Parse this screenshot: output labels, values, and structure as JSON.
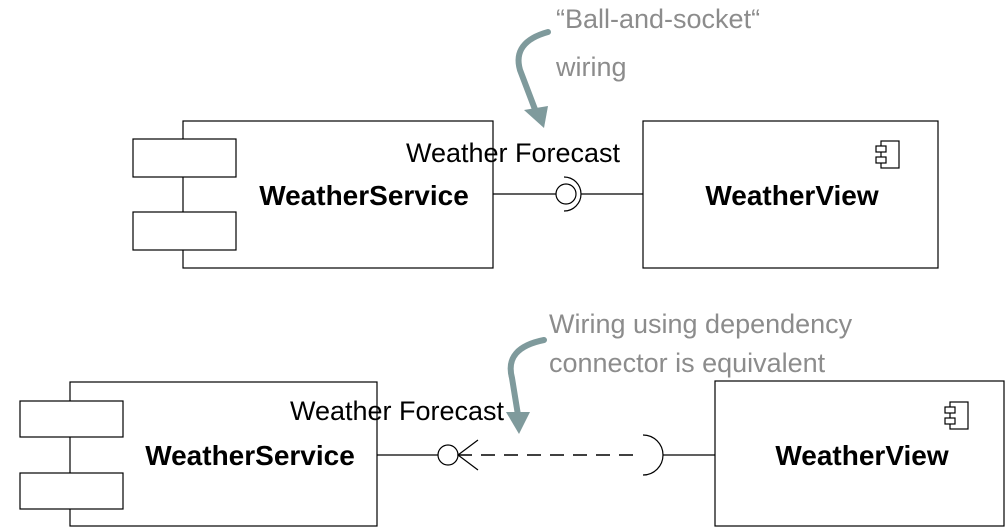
{
  "top_diagram": {
    "annotation_line1": "“Ball-and-socket“",
    "annotation_line2": "wiring",
    "provider_name": "WeatherService",
    "consumer_name": "WeatherView",
    "interface_label": "Weather Forecast"
  },
  "bottom_diagram": {
    "annotation_line1": "Wiring using dependency",
    "annotation_line2": "connector is equivalent",
    "provider_name": "WeatherService",
    "consumer_name": "WeatherView",
    "interface_label": "Weather Forecast"
  },
  "colors": {
    "line": "#000000",
    "annotation_text": "#8c8c8c",
    "arrow": "#7f9a9c"
  },
  "icons": [
    "component-icon",
    "provided-interface-ball-icon",
    "required-interface-socket-icon",
    "curved-arrow-icon"
  ]
}
